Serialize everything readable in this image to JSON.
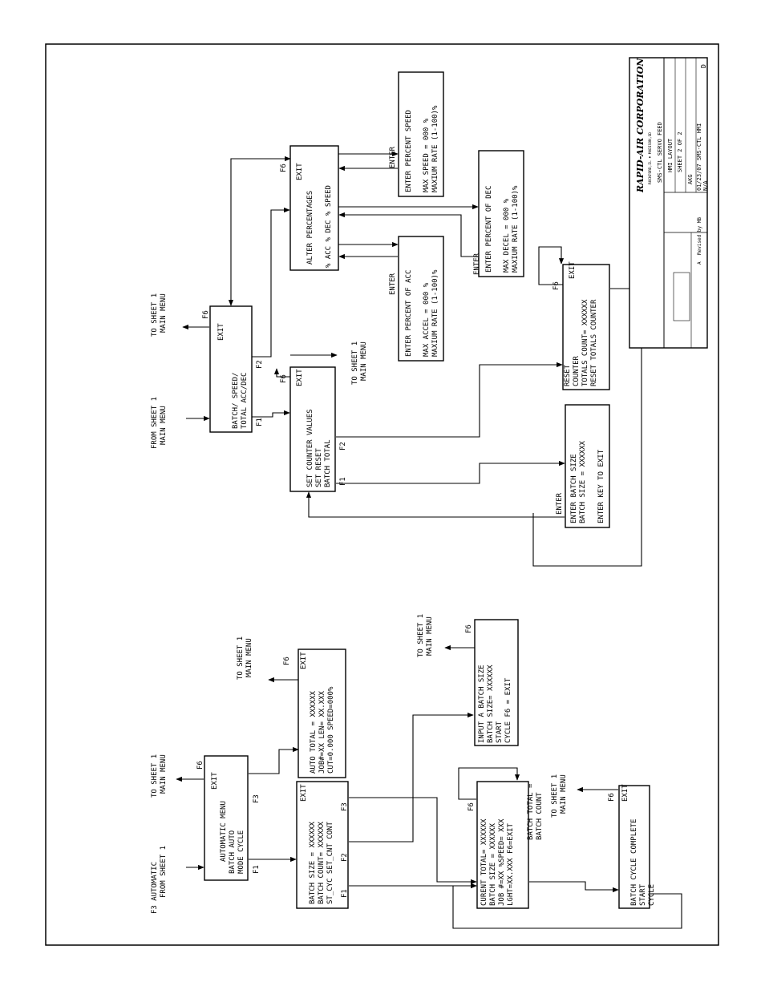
{
  "boxes": {
    "automatic_menu": [
      "F6",
      "EXIT",
      "AUTOMATIC MENU",
      "BATCH      AUTO",
      "MODE       CYCLE",
      "F1",
      "F3"
    ],
    "auto_total": [
      "F6",
      "EXIT",
      "AUTO TOTAL = XXXXXX",
      "JOB#=XX LEN= XX.XXX",
      "CUT=0.000 SPEED=000%"
    ],
    "batch_size_mode": [
      "EXIT",
      "BATCH SIZE = XXXXXX",
      "BATCH COUNT= XXXXXX",
      "ST_CYC  SET_CNT CONT",
      "F1",
      "F2",
      "F3"
    ],
    "input_batch_size": [
      "F6",
      "INPUT A BATCH SIZE",
      "BATCH SIZE= XXXXXX",
      "START",
      "CYCLE        F6 = EXIT"
    ],
    "curent_total": [
      "F6",
      "CURENT TOTAL= XXXXXX",
      "BATCH SIZE = XXXXXX",
      "JOB #=XX %SPEED= XXX",
      "LGHT=XX.XXX  F6=EXIT"
    ],
    "batch_cycle_complete": [
      "F6",
      "EXIT",
      "BATCH CYCLE COMPLETE",
      "START",
      "CYCLE"
    ],
    "batch_speed": [
      "F6",
      "EXIT",
      "BATCH/  SPEED/",
      "TOTAL    ACC/DEC",
      "F1",
      "F2"
    ],
    "alter_percentages": [
      "F6",
      "EXIT",
      "ALTER PERCENTAGES",
      "% ACC    % DEC % SPEED"
    ],
    "percent_speed": [
      "ENTER PERCENT SPEED",
      "MAX SPEED = 000 %",
      "MAXIUM RATE (1-100)%"
    ],
    "percent_dec": [
      "ENTER PERCENT OF DEC",
      "MAX DECEL = 000 %",
      "MAXIUM RATE (1-100)%"
    ],
    "percent_acc": [
      "ENTER PERCENT OF ACC",
      "MAX ACCEL = 000 %",
      "MAXIUM RATE (1-100)%"
    ],
    "set_counter": [
      "F6",
      "EXIT",
      "SET COUNTER VALUES",
      "SET       RESET",
      "BATCH     TOTAL",
      "F1",
      "F2"
    ],
    "reset_counter": [
      "F6",
      "EXIT",
      "RESET",
      "COUNTER",
      "TOTALS COUNT= XXXXXX",
      "RESET TOTALS COUNTER"
    ],
    "enter_batch_size": [
      "ENTER BATCH SIZE",
      "BATCH SIZE = XXXXXX",
      "ENTER KEY TO EXIT"
    ]
  },
  "labels": {
    "f3_automatic": [
      "F3  AUTOMATIC",
      "FROM SHEET 1"
    ],
    "to_sheet1": [
      "TO SHEET 1",
      "MAIN MENU"
    ],
    "from_sheet1": [
      "FROM SHEET 1",
      "MAIN MENU"
    ],
    "batch_total_eq": [
      "BATCH TOTAL =",
      "BATCH COUNT"
    ],
    "enter": "ENTER"
  },
  "title_block": {
    "company": "RAPID-AIR CORPORATION",
    "company_location": "ROCKFORD,IL ♦ MADISON,SD",
    "part_name": "SMS-CTL SERVO FEED",
    "description": "HMI LAYOUT",
    "sheet": "SHEET 2 OF 2",
    "drawn_by": "AKG",
    "date": "01/23/07",
    "part_no": "SMS-CTL HMI",
    "scale": "N/A",
    "revision_letter": "D",
    "revision_rev": "A",
    "revision_note": "Revised by MB"
  }
}
